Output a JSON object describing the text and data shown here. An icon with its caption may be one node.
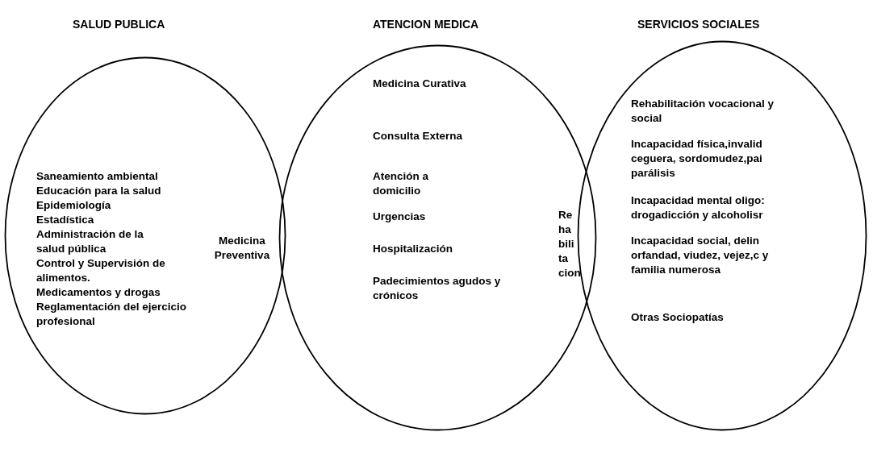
{
  "diagram": {
    "nodes": [
      {
        "text": [
          "SALUD PUBLICA",
          "Saneamiento ambiental",
          "Educación para la salud",
          "Epidemiología",
          "Estadística",
          "Administración de la salud pública",
          "Control y Supervisión de alimentos.",
          "Medicamentos y drogas",
          "Reglamentación del ejercicio profesional"
        ]
      },
      {
        "text": [
          "ATENCION MEDICA",
          "Medicina Curativa",
          "Consulta Externa",
          "Atención a domicilio",
          "Urgencias",
          "Hospitalización",
          "Padecimientos agudos y crónicos"
        ]
      },
      {
        "text": [
          "SERVICIOS SOCIALES",
          "Rehabilitación vocacional y social",
          "Incapacidad física,invalid ceguera, sordomudez,pai parálisis",
          "Incapacidad mental oligo: drogadicción y alcoholisr",
          "Incapacidad social, delin orfandad, viudez, vejez,c y familia numerosa",
          "Otras Sociopatías"
        ]
      }
    ],
    "labels": [
      "Medicina Preventiva",
      "Re ha bili ta cion"
    ]
  }
}
